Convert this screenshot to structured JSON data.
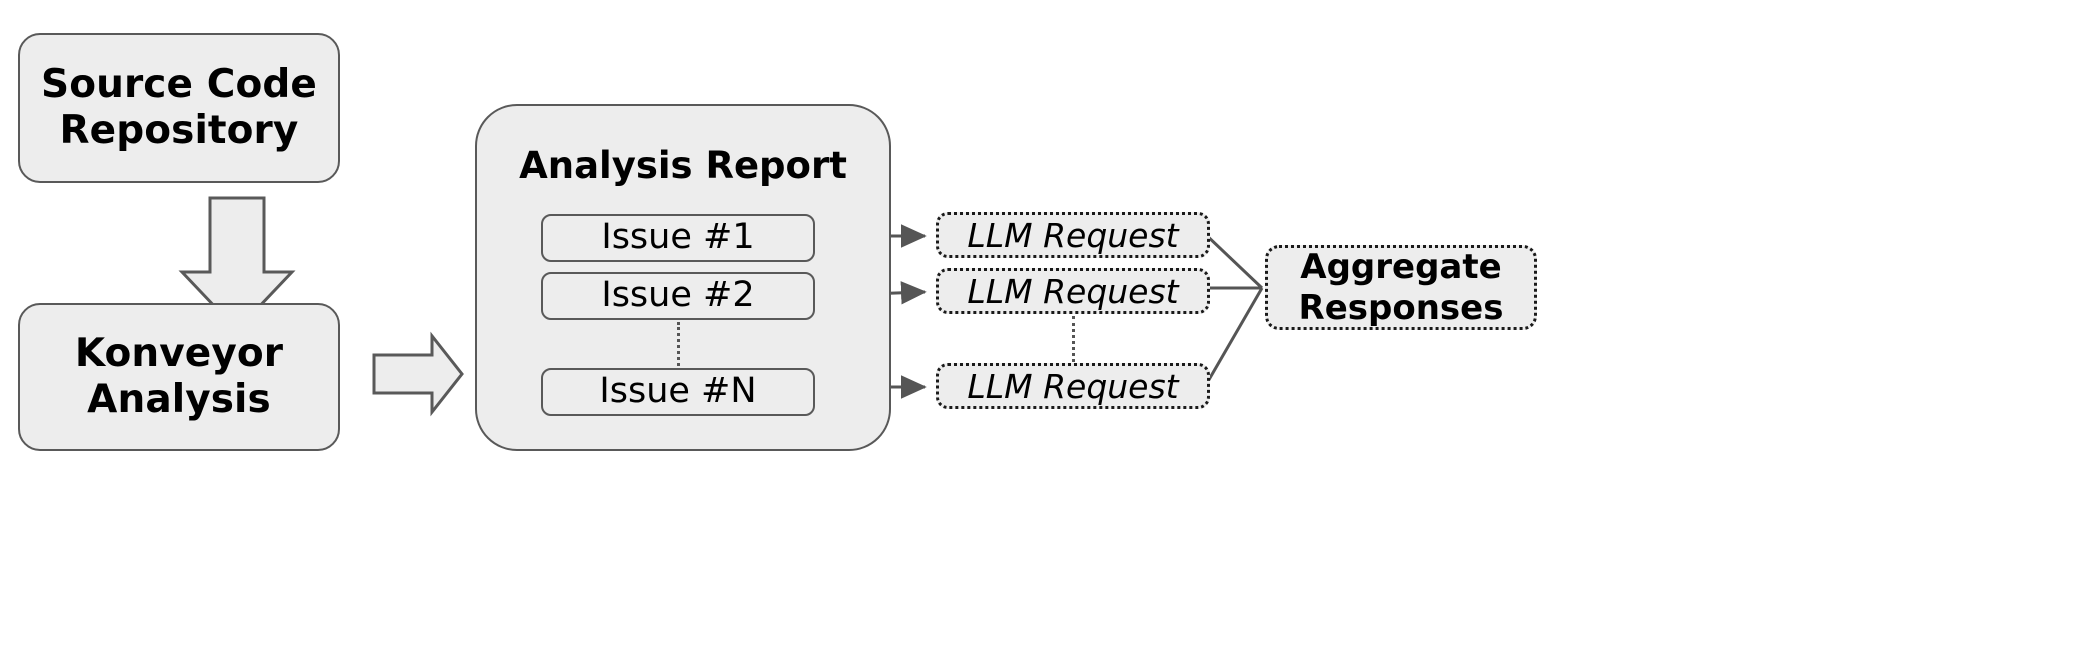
{
  "diagram": {
    "title": "Konveyor analysis to LLM aggregation pipeline",
    "background": "#ffffff",
    "node_fill": "#ededed",
    "solid_border_color": "#595959",
    "dotted_border_color": "#1a1a1a",
    "edge_color": "#555555"
  },
  "nodes": {
    "source_code_repository": {
      "label": "Source Code\nRepository",
      "style": "solid-rounded"
    },
    "konveyor_analysis": {
      "label": "Konveyor\nAnalysis",
      "style": "solid-rounded"
    },
    "analysis_report": {
      "title": "Analysis Report",
      "style": "solid-rounded-panel"
    },
    "aggregate_responses": {
      "label": "Aggregate\nResponses",
      "style": "dotted-rounded"
    }
  },
  "issues": [
    {
      "label": "Issue #1"
    },
    {
      "label": "Issue #2"
    },
    {
      "label": "Issue #N"
    }
  ],
  "llm_requests": [
    {
      "label": "LLM Request"
    },
    {
      "label": "LLM Request"
    },
    {
      "label": "LLM Request"
    }
  ],
  "connectors": {
    "repo_to_konveyor": {
      "kind": "block-arrow",
      "direction": "down"
    },
    "konveyor_to_report": {
      "kind": "block-arrow",
      "direction": "right"
    },
    "issue_to_llm": {
      "kind": "line-arrow",
      "direction": "right",
      "count": 3
    },
    "llm_to_aggregate": {
      "kind": "line",
      "direction": "converging",
      "count": 3
    },
    "issue_continuation": {
      "kind": "dotted-vertical"
    },
    "llm_continuation": {
      "kind": "dotted-vertical"
    }
  }
}
